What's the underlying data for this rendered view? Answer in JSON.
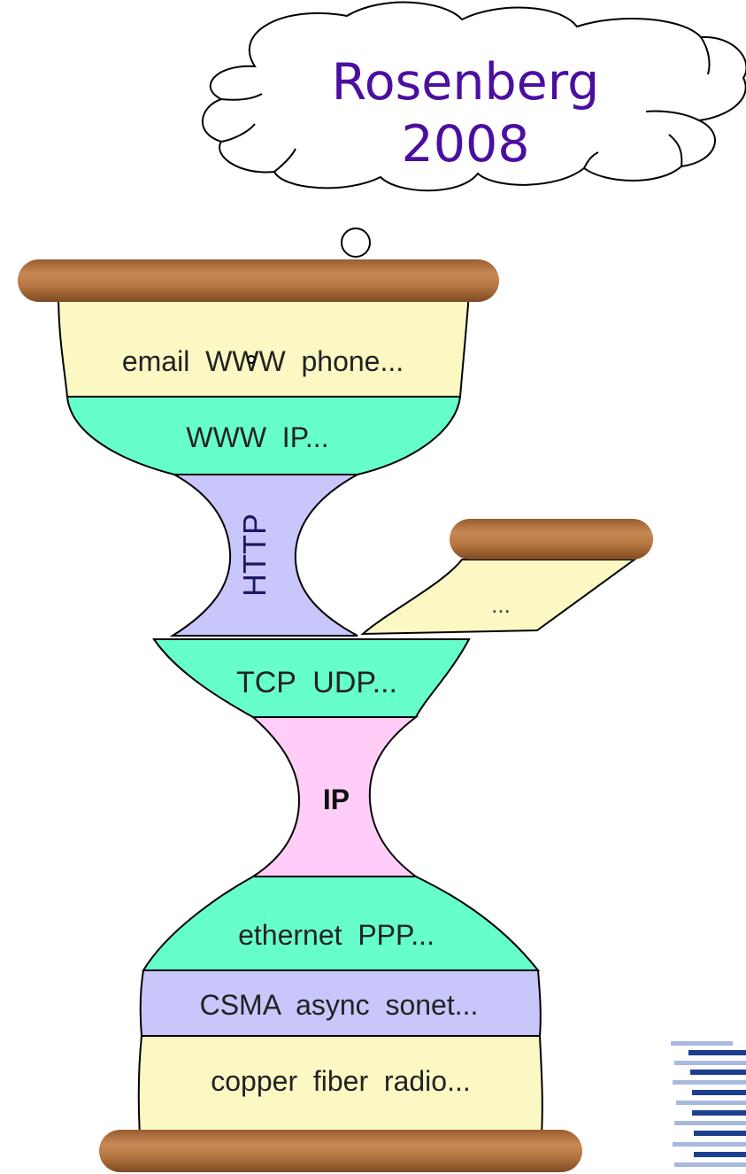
{
  "thought": {
    "line1": "Rosenberg",
    "line2": "2008",
    "text_color": "#4b0fa0"
  },
  "hourglass": {
    "layers": {
      "applications": "email  WWW  phone...",
      "application_protocols": "WWW  IP...",
      "http": "HTTP",
      "transport": "TCP  UDP...",
      "ip": "IP",
      "link": "ethernet  PPP...",
      "access": "CSMA  async  sonet...",
      "physical": "copper  fiber  radio..."
    },
    "branch_label": "...",
    "colors": {
      "cream": "#fbf8c4",
      "green": "#66ffcc",
      "lavender": "#c9c6fb",
      "pink": "#ffcdf8",
      "wood": "#b0703f",
      "wood_dark": "#7c4a24",
      "outline": "#000000"
    }
  },
  "corner_logo": {
    "icon": "stacked-lines-logo",
    "color": "#1e3f91",
    "color_light": "#a8b9df"
  }
}
